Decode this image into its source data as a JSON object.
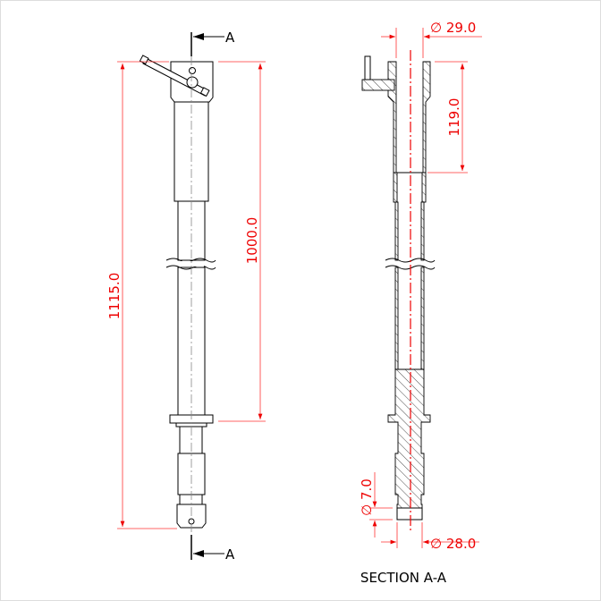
{
  "drawing": {
    "section_marker": "A",
    "section_title": "SECTION A-A",
    "dimensions": {
      "overall_length": "1115.0",
      "tube_length": "1000.0",
      "outer_diameter_top": "29.0",
      "socket_depth": "119.0",
      "hole_diameter": "7.0",
      "outer_diameter_bottom": "28.0"
    },
    "diameter_symbol": "∅",
    "colors": {
      "dimension": "#e00000",
      "outline": "#000000"
    }
  }
}
